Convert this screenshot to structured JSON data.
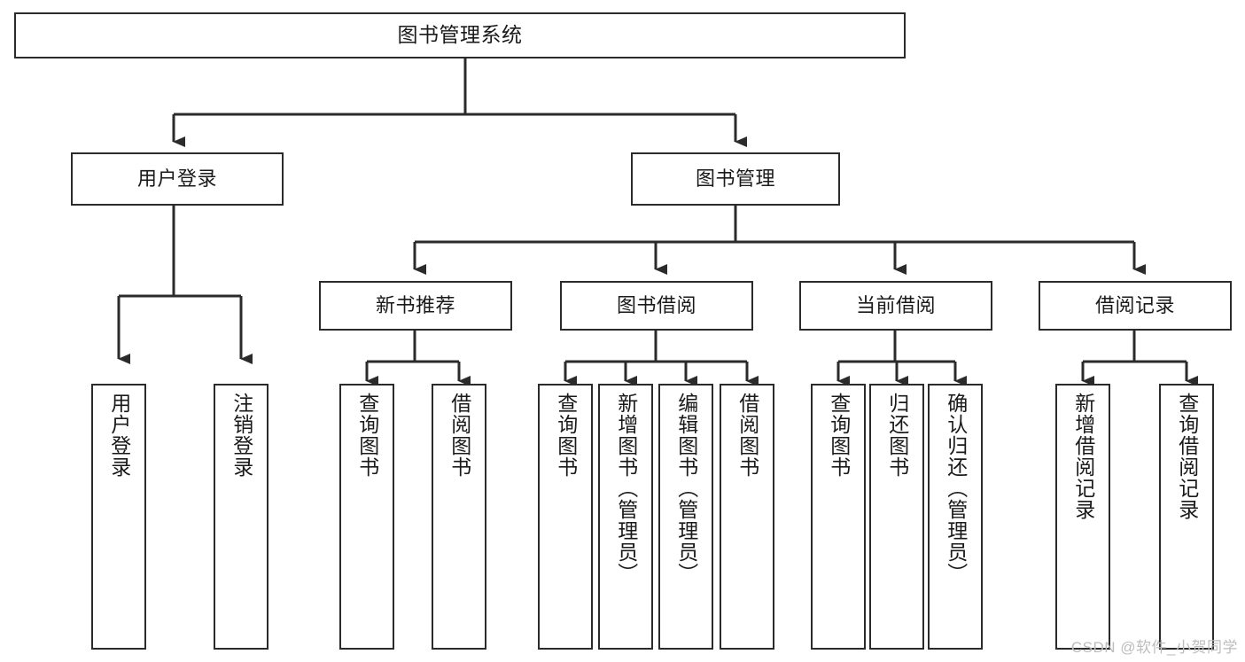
{
  "diagram": {
    "type": "hierarchy-tree",
    "title": "图书管理系统",
    "root": {
      "label": "图书管理系统"
    },
    "level2": [
      {
        "label": "用户登录"
      },
      {
        "label": "图书管理"
      }
    ],
    "level3": [
      {
        "label": "新书推荐"
      },
      {
        "label": "图书借阅"
      },
      {
        "label": "当前借阅"
      },
      {
        "label": "借阅记录"
      }
    ],
    "leaves": {
      "user_login": [
        {
          "label": "用户登录"
        },
        {
          "label": "注销登录"
        }
      ],
      "new_book_recommend": [
        {
          "label": "查询图书"
        },
        {
          "label": "借阅图书"
        }
      ],
      "book_borrow": [
        {
          "label": "查询图书"
        },
        {
          "label": "新增图书（管理员）"
        },
        {
          "label": "编辑图书（管理员）"
        },
        {
          "label": "借阅图书"
        }
      ],
      "current_borrow": [
        {
          "label": "查询图书"
        },
        {
          "label": "归还图书"
        },
        {
          "label": "确认归还（管理员）"
        }
      ],
      "borrow_record": [
        {
          "label": "新增借阅记录"
        },
        {
          "label": "查询借阅记录"
        }
      ]
    }
  },
  "watermark": {
    "text": "CSDN @软件_小贺同学"
  },
  "colors": {
    "border": "#2b2b2b",
    "background": "#ffffff",
    "text": "#1a1a1a",
    "watermark": "#bdbdbd"
  }
}
